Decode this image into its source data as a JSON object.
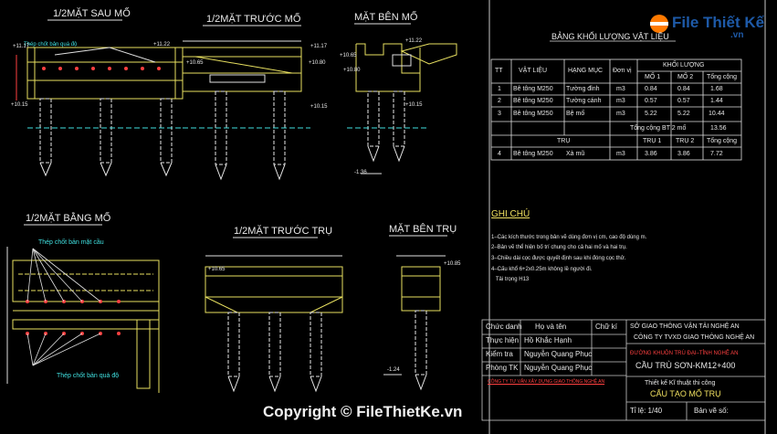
{
  "views": {
    "half_back_abutment": "1/2MẶT SAU MỐ",
    "half_front_abutment": "1/2MẶT TRƯỚC MỐ",
    "side_abutment": "MẶT BÊN MỐ",
    "half_plan_abutment": "1/2MẶT BẰNG MỐ",
    "half_front_pier": "1/2MẶT TRƯỚC TRỤ",
    "side_pier": "MẶT BÊN TRỤ"
  },
  "labels": {
    "tie_bar_top": "Thép chốt bản quá độ",
    "tie_bar_plan_top": "Thép chốt bản mặt cầu",
    "tie_bar_plan_bottom": "Thép chốt bản quá độ"
  },
  "elevations": {
    "e1": "+11.17",
    "e2": "+11.22",
    "e3": "+10.65",
    "e4": "+10.80",
    "e5": "+10.15",
    "e6": "+10.15",
    "e7": "+11.17",
    "e8": "+11.22",
    "e9": "+10.65",
    "e10": "+10.80",
    "e11": "+10.15",
    "e12": "-1.36",
    "e13": "+10.65",
    "e14": "+10.85",
    "e15": "-1.24"
  },
  "table": {
    "title": "BẢNG KHỐI LƯỢNG VẬT LIỆU",
    "headers": {
      "no": "TT",
      "material": "VẬT LIỆU",
      "item": "HẠNG MỤC",
      "unit": "Đơn vị",
      "volume": "KHỐI LƯỢNG",
      "m1": "MỐ 1",
      "m2": "MỐ 2",
      "total": "Tổng cộng"
    },
    "rows": [
      {
        "no": "1",
        "material": "Bê tông M250",
        "item": "Tường đỉnh",
        "unit": "m3",
        "m1": "0.84",
        "m2": "0.84",
        "total": "1.68"
      },
      {
        "no": "2",
        "material": "Bê tông M250",
        "item": "Tường cánh",
        "unit": "m3",
        "m1": "0.57",
        "m2": "0.57",
        "total": "1.44"
      },
      {
        "no": "3",
        "material": "Bê tông M250",
        "item": "Bệ mố",
        "unit": "m3",
        "m1": "5.22",
        "m2": "5.22",
        "total": "10.44"
      }
    ],
    "subtotal_label": "Tổng cộng BT 2 mố",
    "subtotal_value": "13.56",
    "pier_header": "TRỤ",
    "pier_t1": "TRỤ 1",
    "pier_t2": "TRỤ 2",
    "pier_total": "Tổng cộng",
    "pier_row": {
      "no": "4",
      "material": "Bê tông M250",
      "item": "Xà mũ",
      "unit": "m3",
      "t1": "3.86",
      "t2": "3.86",
      "total": "7.72"
    }
  },
  "notes": {
    "title": "GHI CHÚ",
    "lines": [
      "1–Các kích thước trong bản vẽ dùng đơn vị cm, cao độ dùng m.",
      "2–Bản vẽ thể hiện bố trí chung cho cả hai mố và hai trụ.",
      "3–Chiều dài cọc được quyết định sau khi đóng cọc thử.",
      "4–Cấu khổ 6+2x0.25m không lề người đi.",
      "   Tải trọng H13"
    ]
  },
  "title_block": {
    "role_header": "Chức danh",
    "name_header": "Họ và tên",
    "sign_header": "Chữ kí",
    "rows": [
      {
        "role": "Thực hiện",
        "name": "Hồ Khắc Hạnh"
      },
      {
        "role": "Kiểm tra",
        "name": "Nguyễn Quang Phục"
      },
      {
        "role": "Phòng TK",
        "name": "Nguyễn Quang Phục"
      }
    ],
    "company_footer": "CÔNG TY TƯ VẤN XÂY DỰNG GIAO THÔNG NGHỆ AN",
    "org1": "SỞ GIAO THÔNG VẬN TẢI NGHỆ AN",
    "org2": "CÔNG TY TVXD GIAO THÔNG NGHỆ AN",
    "road": "ĐƯỜNG KHUÔN TRÙ ĐẠI–TỈNH NGHỆ AN",
    "bridge": "CẦU TRÙ SƠN-KM12+400",
    "stage": "Thiết kế Kĩ thuật thi công",
    "drawing": "CẤU TẠO MỐ TRỤ",
    "scale": "Tỉ lệ: 1/40",
    "sheet": "Bản vẽ số:"
  },
  "watermark": {
    "logo_text": "File Thiết Kế",
    "logo_sub": ".vn",
    "copyright": "Copyright © FileThietKe.vn"
  }
}
